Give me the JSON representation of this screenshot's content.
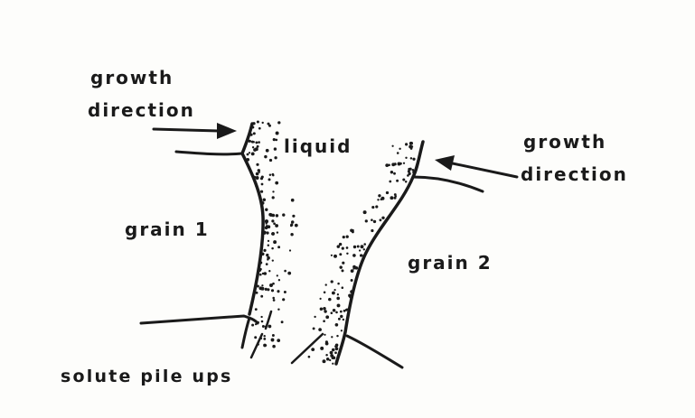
{
  "labels": {
    "growth_left_line1": "growth",
    "growth_left_line2": "direction",
    "liquid": "liquid",
    "growth_right_line1": "growth",
    "growth_right_line2": "direction",
    "grain1": "grain 1",
    "grain2": "grain 2",
    "solute": "solute pile ups"
  },
  "colors": {
    "ink": "#1a1a1a",
    "paper": "#fdfdfb"
  },
  "icons": {
    "arrow_left": "arrow-right-icon",
    "arrow_right": "arrow-left-icon"
  }
}
